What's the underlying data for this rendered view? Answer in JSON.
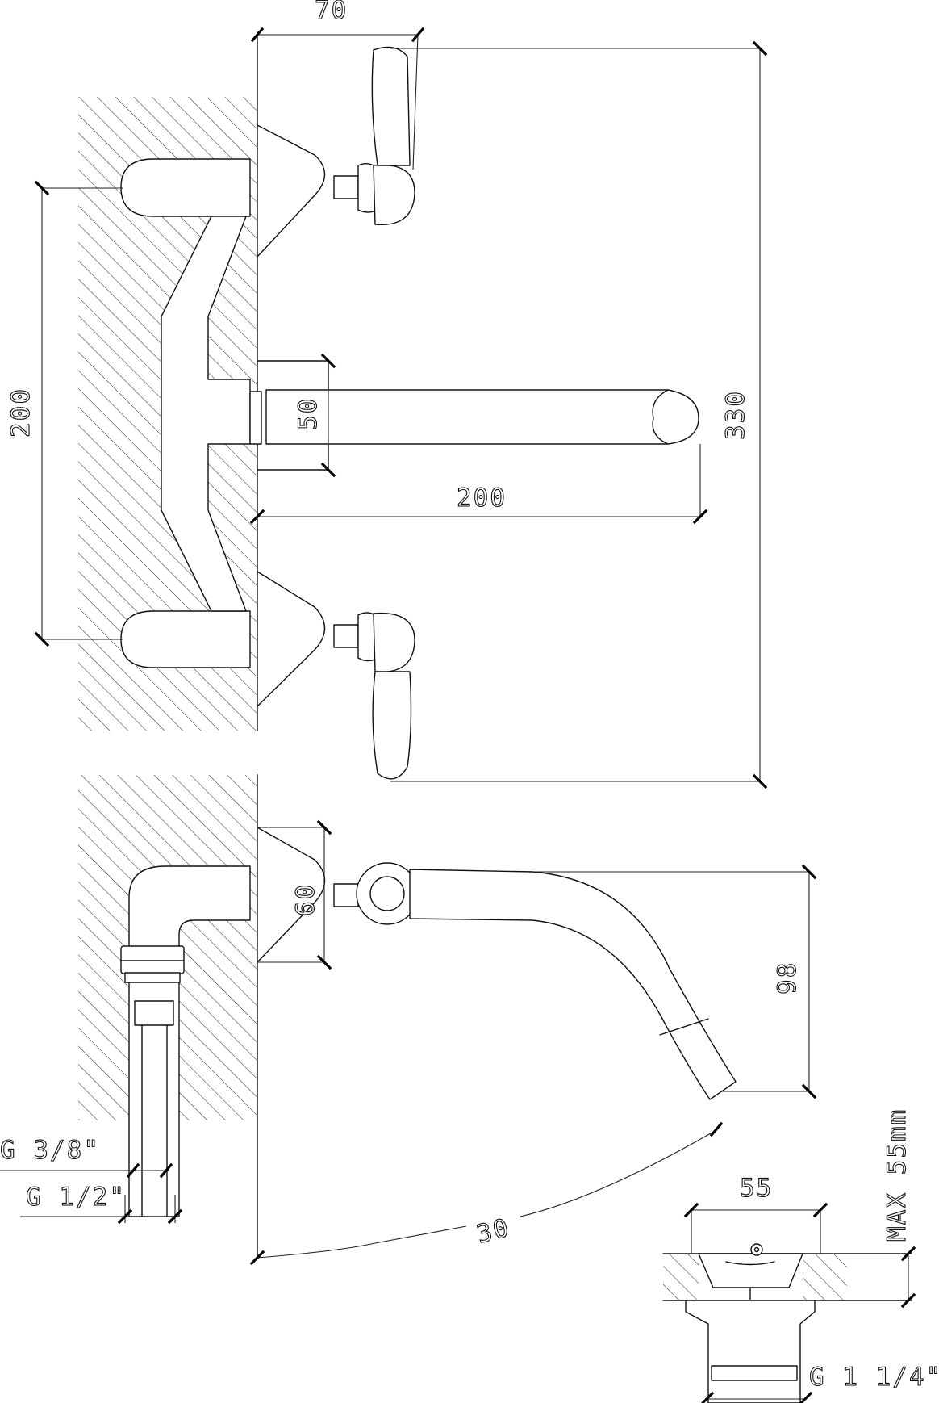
{
  "drawing": {
    "dims": {
      "top_width": "70",
      "left_height": "200",
      "spout_thickness": "50",
      "total_height": "330",
      "spout_reach": "200",
      "base_height": "60",
      "spout_drop": "98",
      "spout_angle": "30",
      "thread_small": "G 3/8\"",
      "thread_large": "G 1/2\"",
      "waste_width": "55",
      "max_thickness": "MAX 55mm",
      "waste_thread": "G 1 1/4\""
    }
  }
}
